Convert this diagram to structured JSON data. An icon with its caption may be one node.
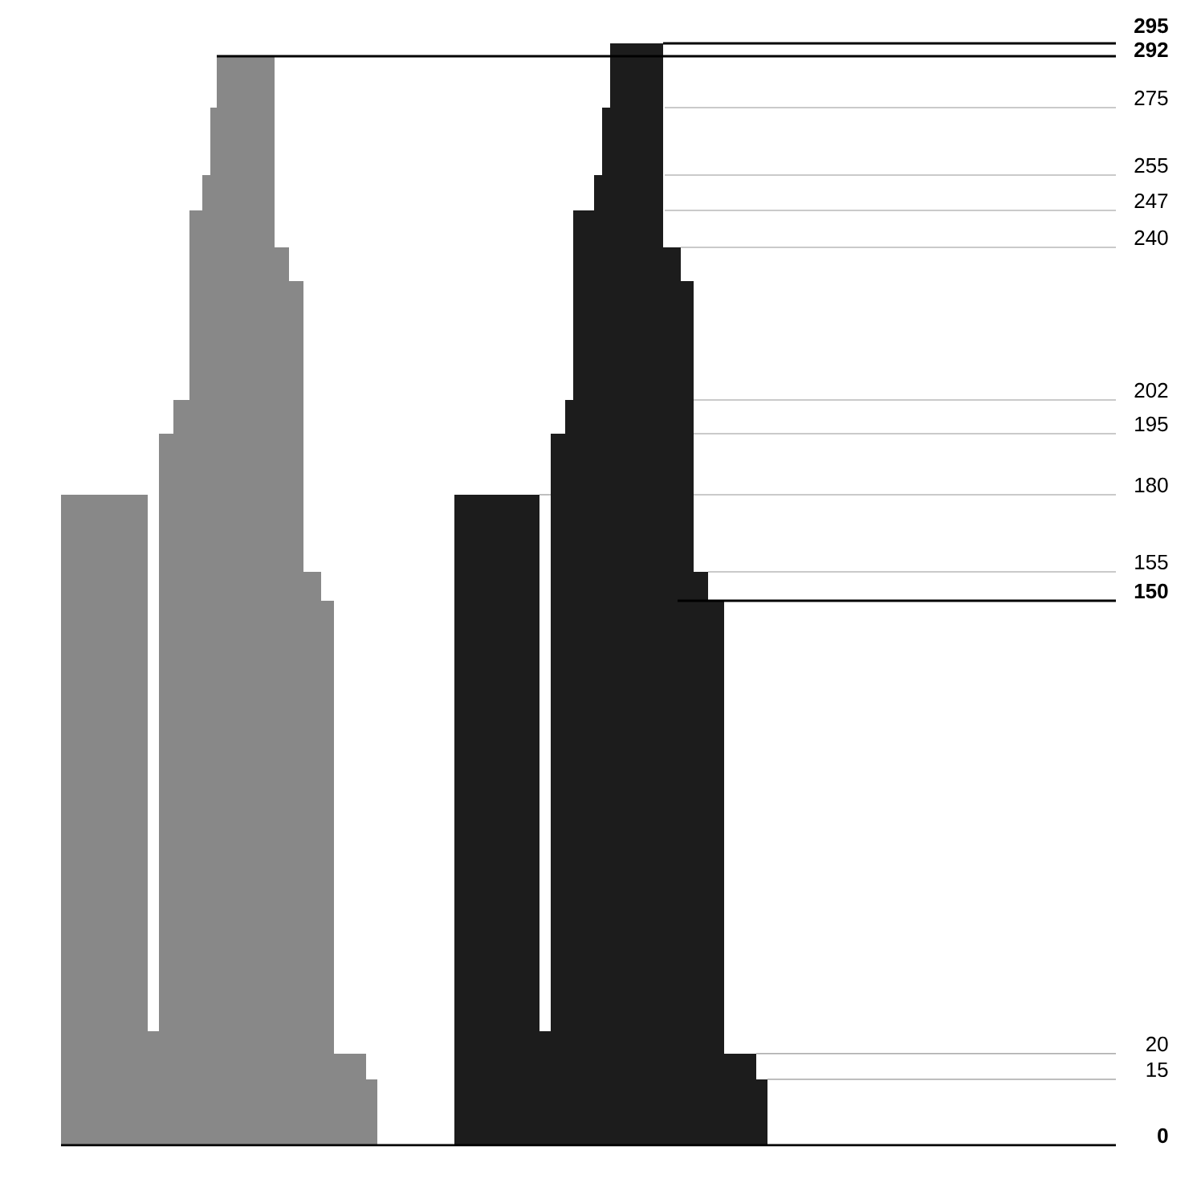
{
  "diagram": {
    "labels": [
      "295",
      "292",
      "275",
      "255",
      "247",
      "240",
      "202",
      "195",
      "180",
      "155",
      "150",
      "20",
      "15",
      "0"
    ]
  }
}
